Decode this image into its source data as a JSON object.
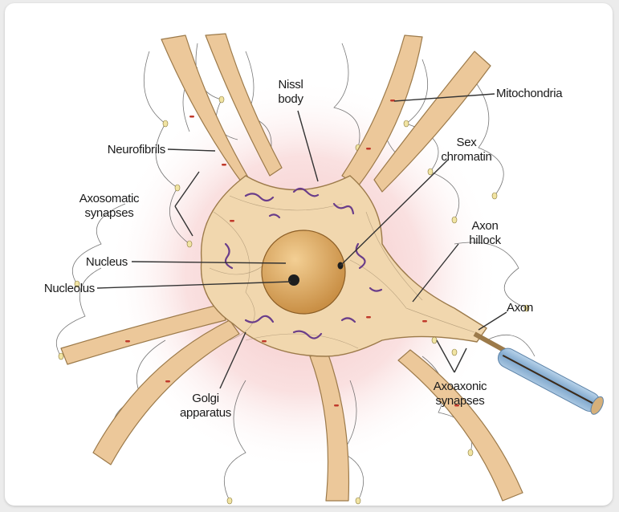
{
  "diagram": {
    "labels": {
      "nissl_line1": "Nissl",
      "nissl_line2": "body",
      "mitochondria": "Mitochondria",
      "neurofibrils": "Neurofibrils",
      "sex_line1": "Sex",
      "sex_line2": "chromatin",
      "axosomatic_line1": "Axosomatic",
      "axosomatic_line2": "synapses",
      "axon_hillock_line1": "Axon",
      "axon_hillock_line2": "hillock",
      "nucleus": "Nucleus",
      "nucleolus": "Nucleolus",
      "axon": "Axon",
      "golgi_line1": "Golgi",
      "golgi_line2": "apparatus",
      "axoaxonic_line1": "Axoaxonic",
      "axoaxonic_line2": "synapses"
    },
    "colors": {
      "cell_body": "#f1d7ae",
      "dendrite": "#ecc89a",
      "nucleus": "#d9a45c",
      "nissl": "#6a3d8a",
      "mitochondria": "#c0392b",
      "halo": "#f3c3c3",
      "myelin": "#8fb4d6"
    }
  }
}
